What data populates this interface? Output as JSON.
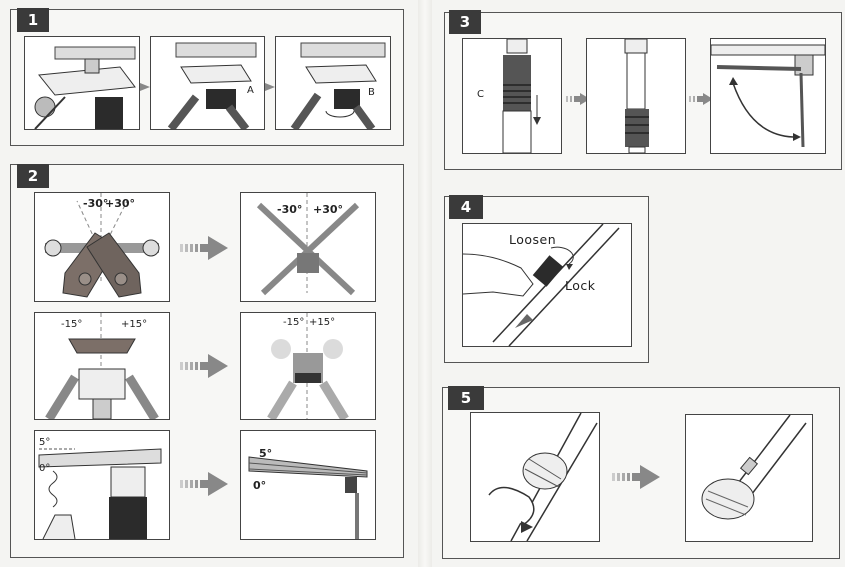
{
  "sections": {
    "s1": {
      "number": "1",
      "callout_a": "A",
      "callout_b": "B"
    },
    "s2": {
      "number": "2",
      "row1": {
        "left_minus": "-30°",
        "left_plus": "+30°",
        "right_minus": "-30°",
        "right_plus": "+30°"
      },
      "row2": {
        "left_minus": "-15°",
        "left_plus": "+15°",
        "right_minus": "-15°",
        "right_plus": "+15°"
      },
      "row3": {
        "left_top": "5°",
        "left_bottom": "0°",
        "right_top": "5°",
        "right_bottom": "0°"
      }
    },
    "s3": {
      "number": "3",
      "callout_c": "C"
    },
    "s4": {
      "number": "4",
      "loosen": "Loosen",
      "lock": "Lock"
    },
    "s5": {
      "number": "5"
    }
  }
}
